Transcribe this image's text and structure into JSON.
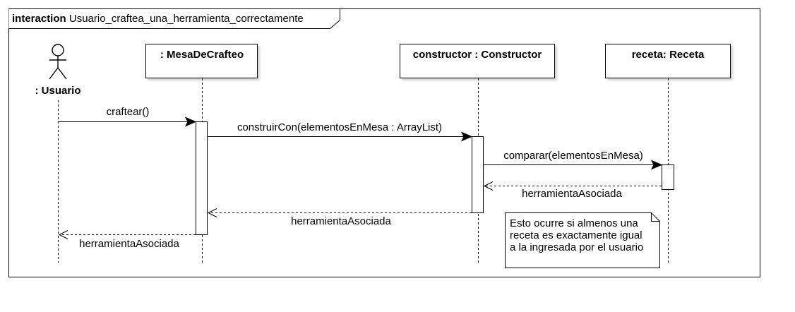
{
  "frame": {
    "keyword": "interaction",
    "name": "Usuario_craftea_una_herramienta_correctamente"
  },
  "actor": {
    "label": ": Usuario"
  },
  "lifelines": {
    "mesa": ": MesaDeCrafteo",
    "constructor": "constructor : Constructor",
    "receta": "receta: Receta"
  },
  "messages": {
    "m1": "craftear()",
    "m2": "construirCon(elementosEnMesa : ArrayList)",
    "m3": "comparar(elementosEnMesa)",
    "r1": "herramientaAsociada",
    "r2": "herramientaAsociada",
    "r3": "herramientaAsociada"
  },
  "note": {
    "lines": [
      "Esto ocurre si almenos una",
      "receta es exactamente igual",
      "a la ingresada por el usuario"
    ]
  }
}
